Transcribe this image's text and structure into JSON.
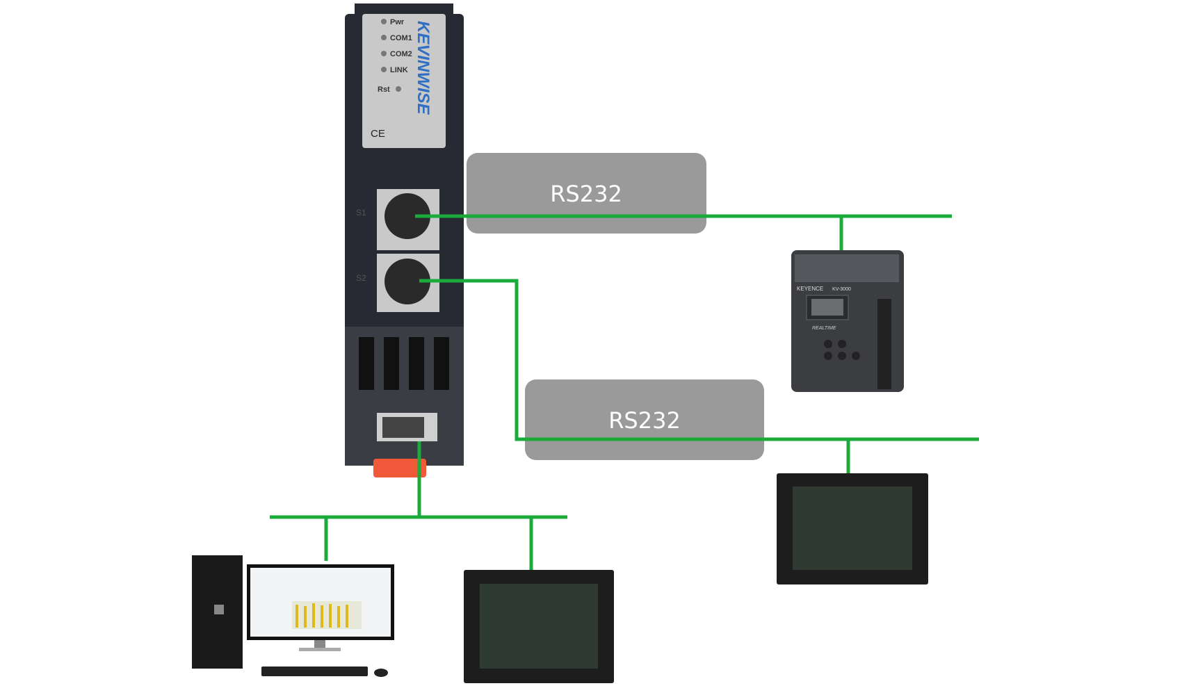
{
  "device": {
    "brand": "KEVINWISE",
    "leds": [
      "Pwr",
      "COM1",
      "COM2",
      "LINK"
    ],
    "reset_label": "Rst",
    "ce_mark": "CE",
    "port_labels": [
      "S1",
      "S2"
    ]
  },
  "links": [
    {
      "label": "RS232"
    },
    {
      "label": "RS232"
    }
  ],
  "plc": {
    "brand": "KEYENCE",
    "model": "KV-3000",
    "series": "REALTIME"
  },
  "colors": {
    "line": "#1aab3c",
    "box": "#9a9a9a",
    "device": "#272a33",
    "label_plate": "#c9c9c9",
    "foot": "#f05a3a"
  }
}
